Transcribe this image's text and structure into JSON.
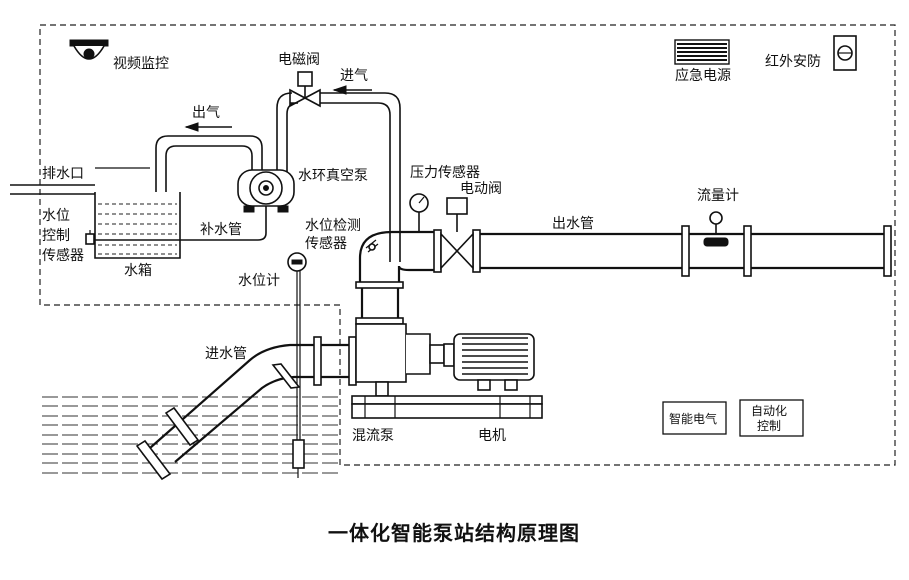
{
  "title": "一体化智能泵站结构原理图",
  "labels": {
    "video_monitor": "视频监控",
    "solenoid_valve": "电磁阀",
    "air_in": "进气",
    "air_out": "出气",
    "emergency_power": "应急电源",
    "infrared_security": "红外安防",
    "drain_outlet": "排水口",
    "water_ring_pump": "水环真空泵",
    "water_level_control_sensor": [
      "水位",
      "控制",
      "传感器"
    ],
    "makeup_pipe": "补水管",
    "water_tank": "水箱",
    "pressure_sensor": "压力传感器",
    "electric_valve": "电动阀",
    "outlet_pipe": "出水管",
    "flow_meter": "流量计",
    "water_level_detect_sensor": [
      "水位检测",
      "传感器"
    ],
    "water_level_gauge": "水位计",
    "inlet_pipe": "进水管",
    "mixed_flow_pump": "混流泵",
    "motor": "电机",
    "smart_electrical": "智能电气",
    "automation_control": [
      "自动化",
      "控制"
    ]
  },
  "icons": [
    "camera-icon",
    "battery-icon",
    "infrared-sensor-icon",
    "pressure-gauge-icon",
    "flow-meter-icon",
    "level-gauge-icon",
    "arrow-left-icon"
  ]
}
